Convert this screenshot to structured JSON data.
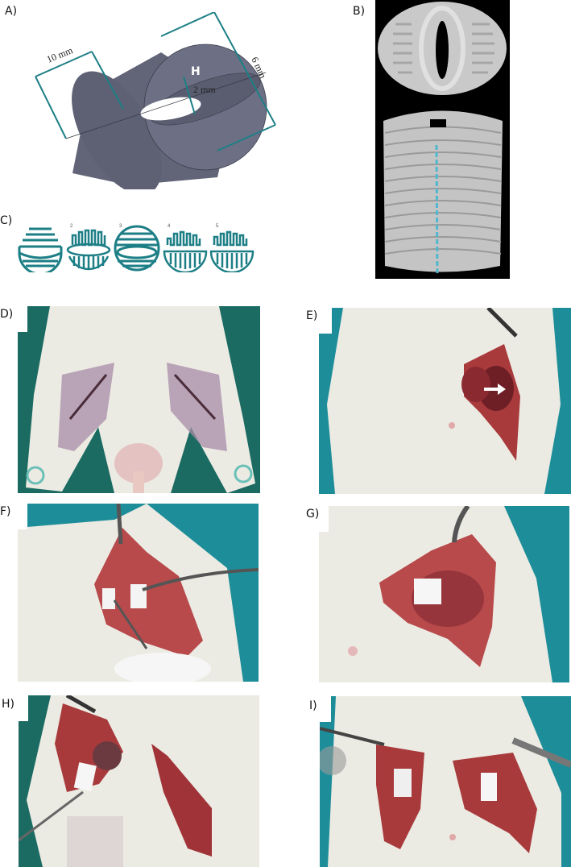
{
  "figure": {
    "panels": [
      {
        "id": "A",
        "label": "A)",
        "type": "schematic",
        "description": "3D cylinder scaffold model with elliptical hole"
      },
      {
        "id": "B",
        "label": "B)",
        "type": "micro-CT render",
        "description": "3D printed scaffold top view and side view with dashed blue line"
      },
      {
        "id": "C",
        "label": "C)",
        "type": "layer patterns",
        "numbers": [
          "",
          "2",
          "3",
          "4",
          "5"
        ]
      },
      {
        "id": "D",
        "label": "D)",
        "type": "photo",
        "description": "Rat hind limbs with incision lines"
      },
      {
        "id": "E",
        "label": "E)",
        "type": "photo",
        "description": "Opened incision with white arrow"
      },
      {
        "id": "F",
        "label": "F)",
        "type": "photo",
        "description": "Scaffold insertion with forceps"
      },
      {
        "id": "G",
        "label": "G)",
        "type": "photo",
        "description": "Scaffold placed in tissue"
      },
      {
        "id": "H",
        "label": "H)",
        "type": "photo",
        "description": "Bilateral incisions with scaffold"
      },
      {
        "id": "I",
        "label": "I)",
        "type": "photo",
        "description": "Both scaffolds implanted"
      }
    ]
  },
  "panelA": {
    "length": "10 mm",
    "diameter": "6 mm",
    "hole": "2 mm",
    "hole_label": "H"
  },
  "colors": {
    "teal": "#1d7f86",
    "cylinder": "#6c6f82",
    "cylinder_dark": "#55586a",
    "ct_bg": "#000000",
    "ct_grey": "#c8c8c8",
    "dashed_blue": "#4fb8cf",
    "drape": "#1b6b62",
    "drape_blue": "#1d8e99",
    "fur": "#eceae2",
    "tissue": "#a83a3c"
  }
}
